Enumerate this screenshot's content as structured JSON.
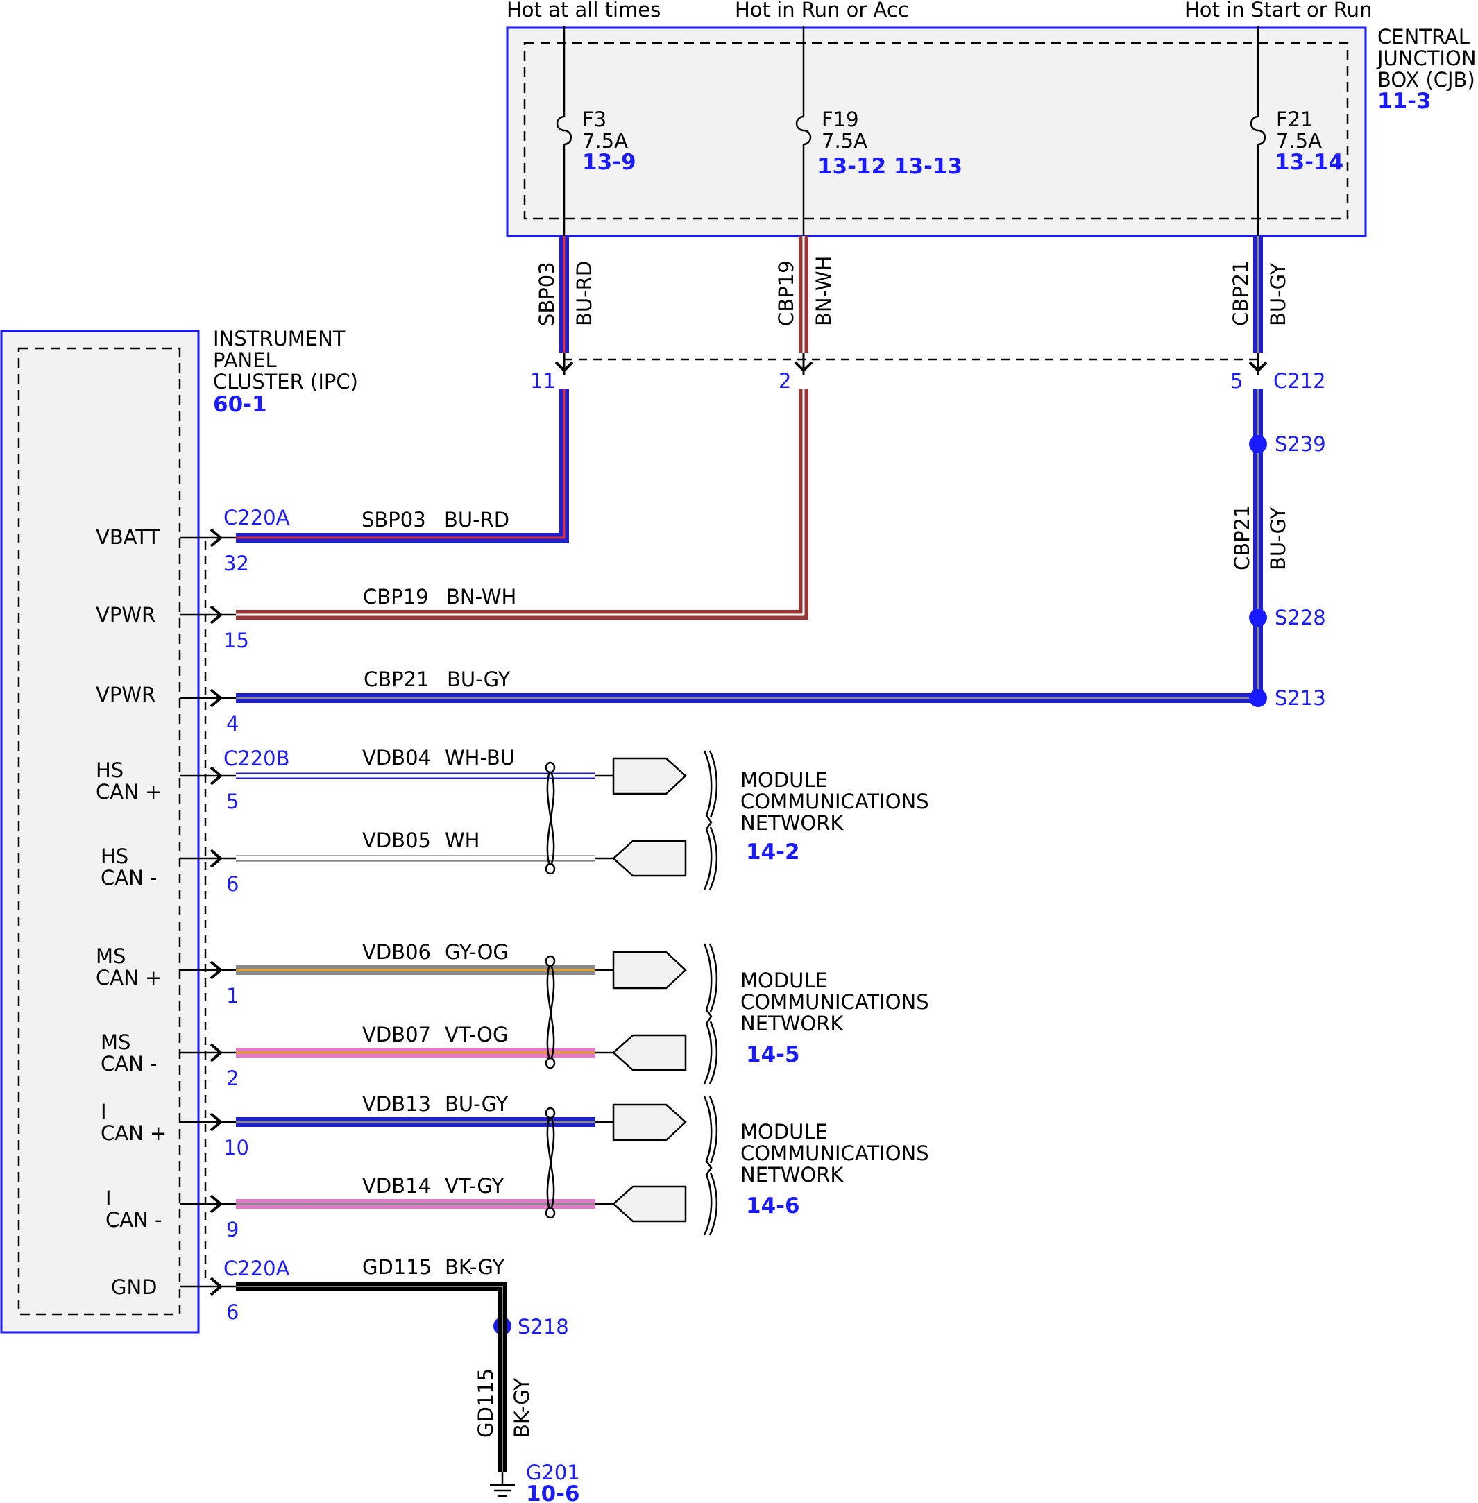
{
  "colors": {
    "connector_blue": "#1a1aff",
    "bu": "#1f1fd0",
    "bn": "#9b3535",
    "rd": "#e03030",
    "wh": "#ffffff",
    "gy": "#8a8a8a",
    "og": "#e8a020",
    "vt": "#e07ac8",
    "bk": "#000000",
    "box_fill": "#f2f2f2"
  },
  "feeds": {
    "hot_at_all_times": "Hot at all times",
    "hot_in_run_or_acc": "Hot in Run or Acc",
    "hot_in_start_or_run": "Hot in Start or Run"
  },
  "cjb": {
    "line1": "CENTRAL",
    "line2": "JUNCTION",
    "line3": "BOX (CJB)",
    "ref": "11-3",
    "fuses": [
      {
        "name": "F3",
        "rating": "7.5A",
        "ref": "13-9"
      },
      {
        "name": "F19",
        "rating": "7.5A",
        "ref": "13-12 13-13"
      },
      {
        "name": "F21",
        "rating": "7.5A",
        "ref": "13-14"
      }
    ]
  },
  "ipc": {
    "line1": "INSTRUMENT",
    "line2": "PANEL",
    "line3": "CLUSTER (IPC)",
    "ref": "60-1",
    "pins": [
      {
        "l1": "VBATT",
        "l2": ""
      },
      {
        "l1": "VPWR",
        "l2": ""
      },
      {
        "l1": "VPWR",
        "l2": ""
      },
      {
        "l1": "HS",
        "l2": "CAN +"
      },
      {
        "l1": "HS",
        "l2": "CAN -"
      },
      {
        "l1": "MS",
        "l2": "CAN +"
      },
      {
        "l1": "MS",
        "l2": "CAN -"
      },
      {
        "l1": "I",
        "l2": "CAN +"
      },
      {
        "l1": "I",
        "l2": "CAN -"
      },
      {
        "l1": "GND",
        "l2": ""
      }
    ]
  },
  "connectors": {
    "c220a_top": "C220A",
    "c220b": "C220B",
    "c220a_gnd": "C220A",
    "c212": "C212",
    "c212_pins": [
      "11",
      "2",
      "5"
    ],
    "ipc_pins": [
      "32",
      "15",
      "4",
      "5",
      "6",
      "1",
      "2",
      "10",
      "9",
      "6"
    ]
  },
  "wires": [
    {
      "circuit": "SBP03",
      "color": "BU-RD"
    },
    {
      "circuit": "CBP19",
      "color": "BN-WH"
    },
    {
      "circuit": "CBP21",
      "color": "BU-GY"
    },
    {
      "circuit": "VDB04",
      "color": "WH-BU"
    },
    {
      "circuit": "VDB05",
      "color": "WH"
    },
    {
      "circuit": "VDB06",
      "color": "GY-OG"
    },
    {
      "circuit": "VDB07",
      "color": "VT-OG"
    },
    {
      "circuit": "VDB13",
      "color": "BU-GY"
    },
    {
      "circuit": "VDB14",
      "color": "VT-GY"
    },
    {
      "circuit": "GD115",
      "color": "BK-GY"
    }
  ],
  "splices": [
    "S239",
    "S228",
    "S213",
    "S218"
  ],
  "ground": {
    "name": "G201",
    "ref": "10-6"
  },
  "networks": [
    {
      "l1": "MODULE",
      "l2": "COMMUNICATIONS",
      "l3": "NETWORK",
      "ref": "14-2"
    },
    {
      "l1": "MODULE",
      "l2": "COMMUNICATIONS",
      "l3": "NETWORK",
      "ref": "14-5"
    },
    {
      "l1": "MODULE",
      "l2": "COMMUNICATIONS",
      "l3": "NETWORK",
      "ref": "14-6"
    }
  ]
}
